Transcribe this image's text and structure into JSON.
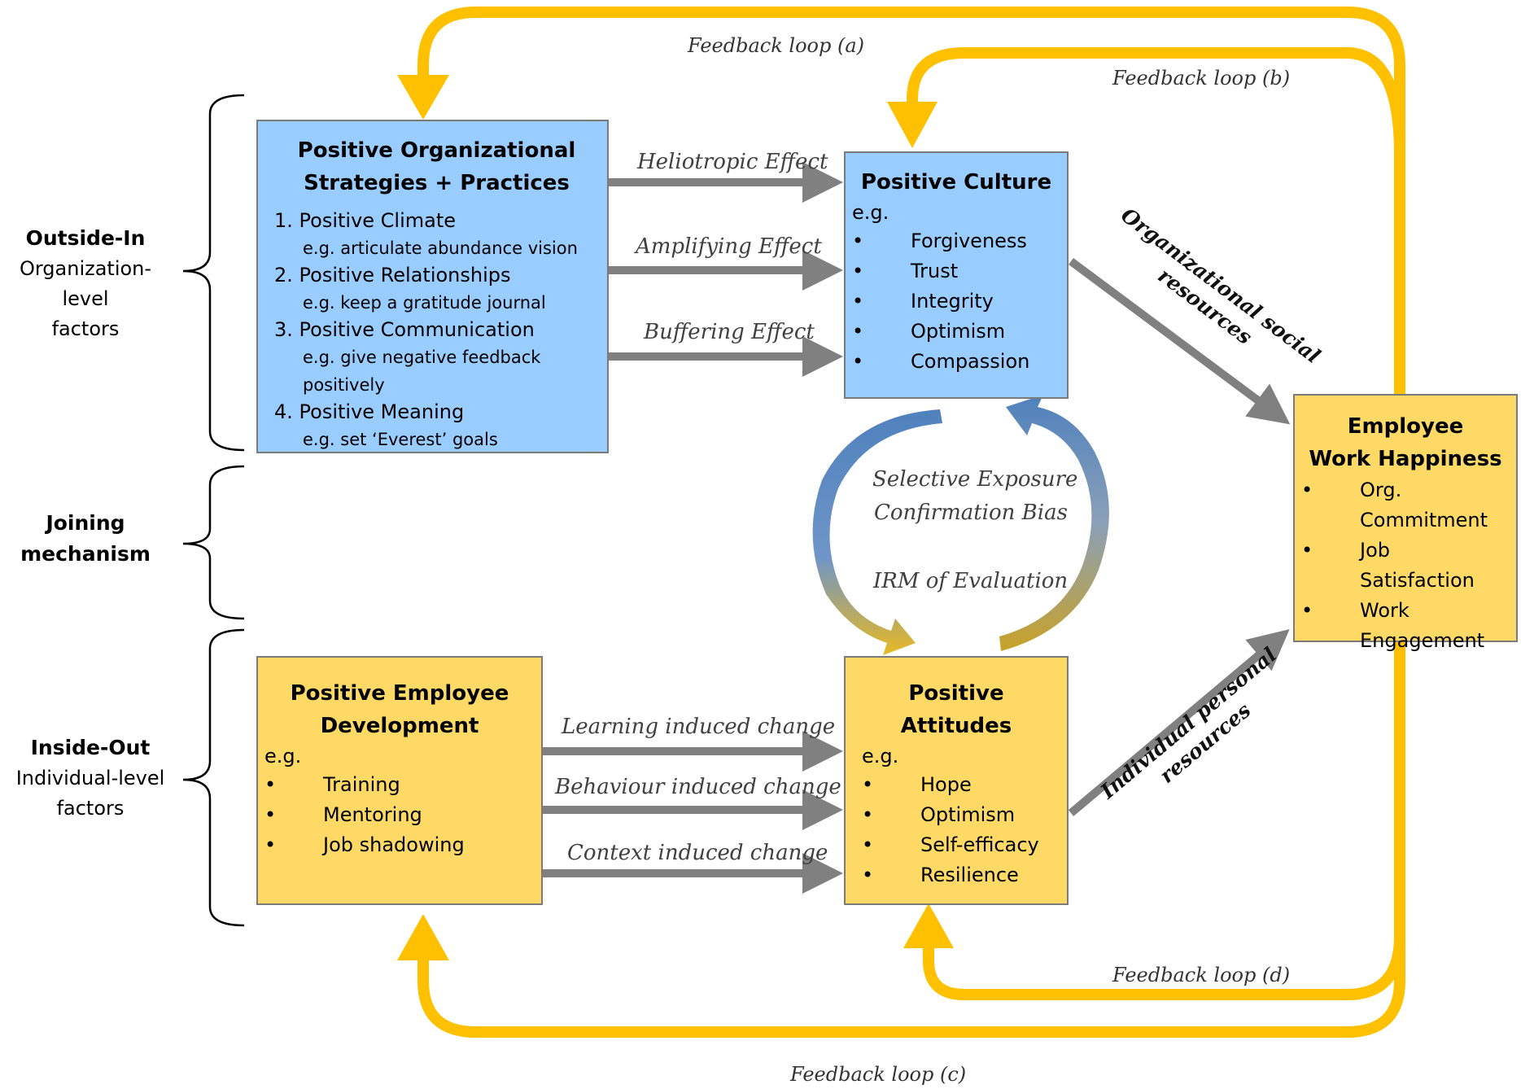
{
  "groups": {
    "outside_in": {
      "title": "Outside-In",
      "line1": "Organization-level",
      "line2": "factors"
    },
    "joining": {
      "line1": "Joining",
      "line2": "mechanism"
    },
    "inside_out": {
      "title": "Inside-Out",
      "line1": "Individual-level",
      "line2": "factors"
    }
  },
  "boxes": {
    "strategies": {
      "title1": "Positive Organizational",
      "title2": "Strategies + Practices",
      "items": [
        {
          "label": "1. Positive Climate",
          "example": "e.g. articulate abundance vision"
        },
        {
          "label": "2. Positive Relationships",
          "example": "e.g. keep a gratitude journal"
        },
        {
          "label": "3. Positive Communication",
          "example": "e.g. give negative feedback positively"
        },
        {
          "label": "4. Positive Meaning",
          "example": "e.g. set ‘Everest’ goals"
        }
      ]
    },
    "culture": {
      "title": "Positive Culture",
      "eg": "e.g.",
      "bullets": [
        "Forgiveness",
        "Trust",
        "Integrity",
        "Optimism",
        "Compassion"
      ]
    },
    "happiness": {
      "title1": "Employee",
      "title2": "Work Happiness",
      "bullets": [
        [
          "Org.",
          "Commitment"
        ],
        [
          "Job Satisfaction"
        ],
        [
          "Work",
          "Engagement"
        ]
      ]
    },
    "development": {
      "title1": "Positive Employee",
      "title2": "Development",
      "eg": "e.g.",
      "bullets": [
        "Training",
        "Mentoring",
        "Job shadowing"
      ]
    },
    "attitudes": {
      "title": "Positive Attitudes",
      "eg": "e.g.",
      "bullets": [
        "Hope",
        "Optimism",
        "Self-efficacy",
        "Resilience"
      ]
    }
  },
  "bullet_symbol": "•",
  "effects": {
    "heliotropic": "Heliotropic Effect",
    "amplifying": "Amplifying Effect",
    "buffering": "Buffering Effect",
    "learning": "Learning induced change",
    "behaviour": "Behaviour induced change",
    "context": "Context induced change"
  },
  "cycle": {
    "line1": "Selective Exposure",
    "line2": "Confirmation Bias",
    "line3": "IRM of Evaluation"
  },
  "diagonals": {
    "org_social": {
      "line1": "Organizational social",
      "line2": "resources"
    },
    "individual_personal": {
      "line1": "Individual personal",
      "line2": "resources"
    }
  },
  "feedback": {
    "a": "Feedback loop (a)",
    "b": "Feedback loop (b)",
    "c": "Feedback loop (c)",
    "d": "Feedback loop (d)"
  },
  "colors": {
    "loop": "#ffc000",
    "arrow": "#808080",
    "box_blue": "#99ccff",
    "box_yellow": "#ffd966",
    "cycle_blue": "#4f81bd",
    "cycle_gold": "#d4a017"
  }
}
